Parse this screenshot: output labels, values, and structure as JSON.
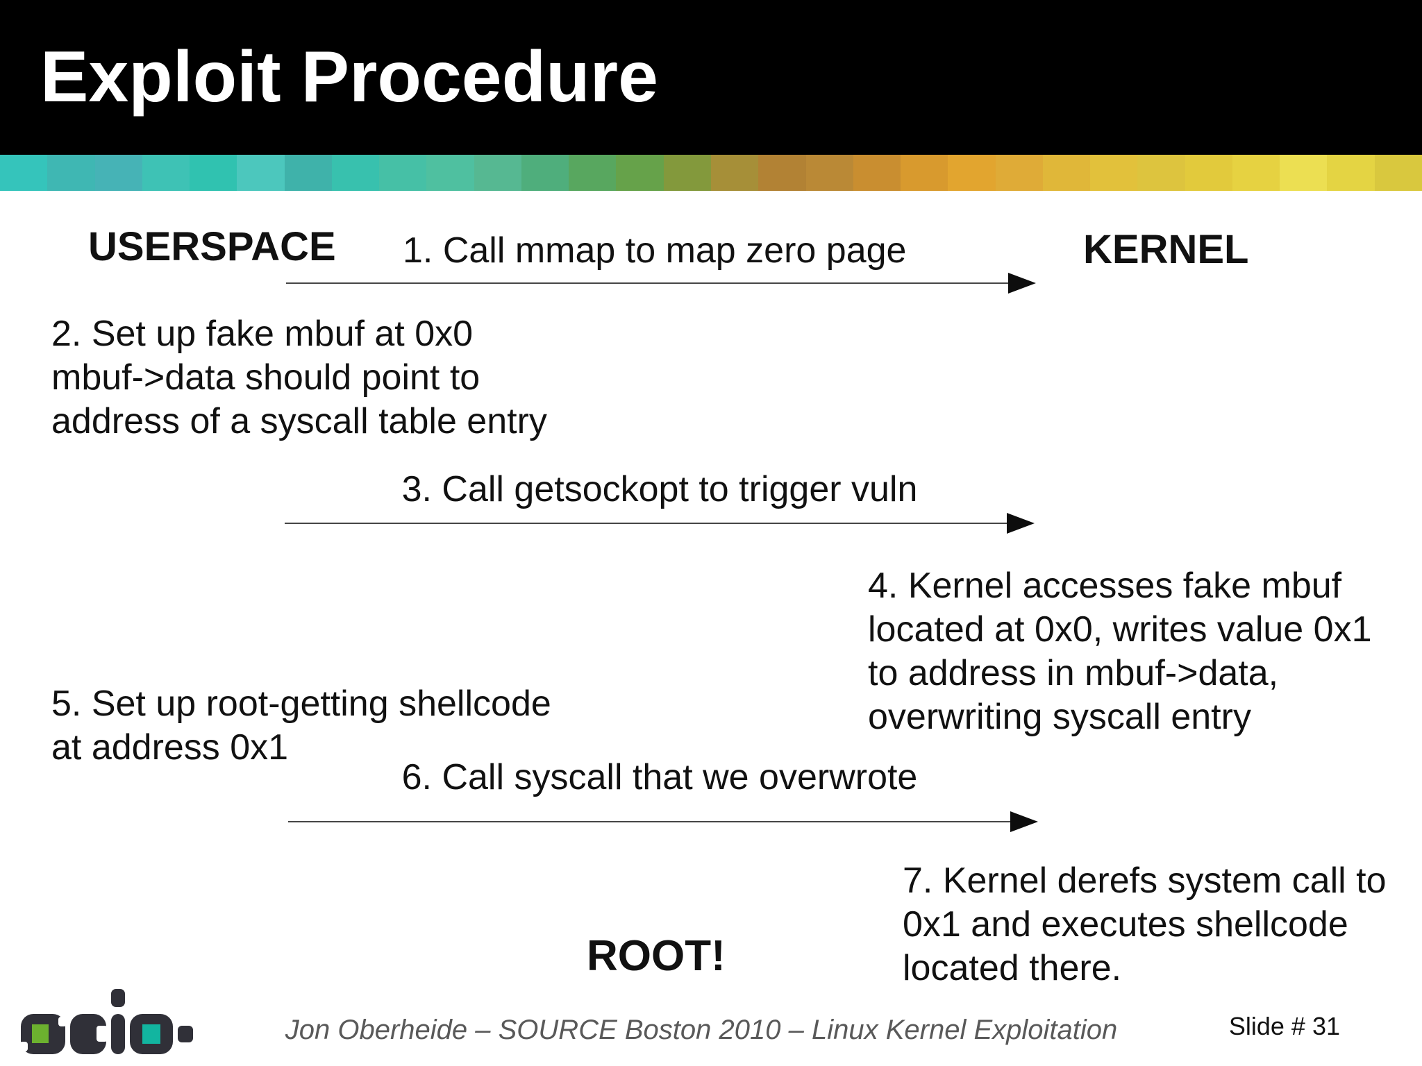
{
  "slide": {
    "title": "Exploit Procedure",
    "footer_attribution": "Jon Oberheide – SOURCE Boston 2010 – Linux Kernel Exploitation",
    "slide_number": "Slide # 31",
    "logo": {
      "name": "scio",
      "dark_color": "#303038",
      "green_color": "#6cb12f",
      "teal_color": "#12b5a0"
    }
  },
  "diagram": {
    "userspace_label": "USERSPACE",
    "kernel_label": "KERNEL",
    "root_label": "ROOT!",
    "steps": [
      {
        "id": 1,
        "text": "1. Call mmap to map zero page",
        "arrow": "userspace-to-kernel"
      },
      {
        "id": 2,
        "text": "2. Set up fake mbuf at 0x0\nmbuf->data should point to\naddress of a syscall table entry",
        "arrow": "none"
      },
      {
        "id": 3,
        "text": "3. Call getsockopt to trigger vuln",
        "arrow": "userspace-to-kernel"
      },
      {
        "id": 4,
        "text": "4. Kernel accesses fake mbuf\nlocated at 0x0, writes value 0x1\nto address in mbuf->data,\noverwriting syscall entry",
        "arrow": "none"
      },
      {
        "id": 5,
        "text": "5. Set up root-getting shellcode\nat address 0x1",
        "arrow": "none"
      },
      {
        "id": 6,
        "text": "6. Call syscall that we overwrote",
        "arrow": "userspace-to-kernel"
      },
      {
        "id": 7,
        "text": "7. Kernel derefs system call to\n0x1 and executes shellcode\nlocated there.",
        "arrow": "none"
      }
    ]
  },
  "theme": {
    "header_bg": "#000000",
    "title_color": "#ffffff",
    "body_bg": "#ffffff",
    "text_color": "#111111",
    "arrow_color": "#0d0d0d",
    "footer_text_color": "#595959",
    "gradient_segments": [
      "#35c4bb",
      "#3fb7b3",
      "#46b3b6",
      "#3ec2b5",
      "#30c2b0",
      "#4cc7bd",
      "#3fb2aa",
      "#38c1ae",
      "#46c0a6",
      "#4fc0a0",
      "#56b892",
      "#4fae7c",
      "#58a75f",
      "#66a24a",
      "#83993c",
      "#a68f38",
      "#b28234",
      "#ba8936",
      "#c98e30",
      "#d89a2e",
      "#e2a52f",
      "#dfab37",
      "#e0b739",
      "#e2c13b",
      "#ddc43e",
      "#e2ca3c",
      "#e6d241",
      "#ecdf52",
      "#e4d443",
      "#d9c83e"
    ]
  }
}
